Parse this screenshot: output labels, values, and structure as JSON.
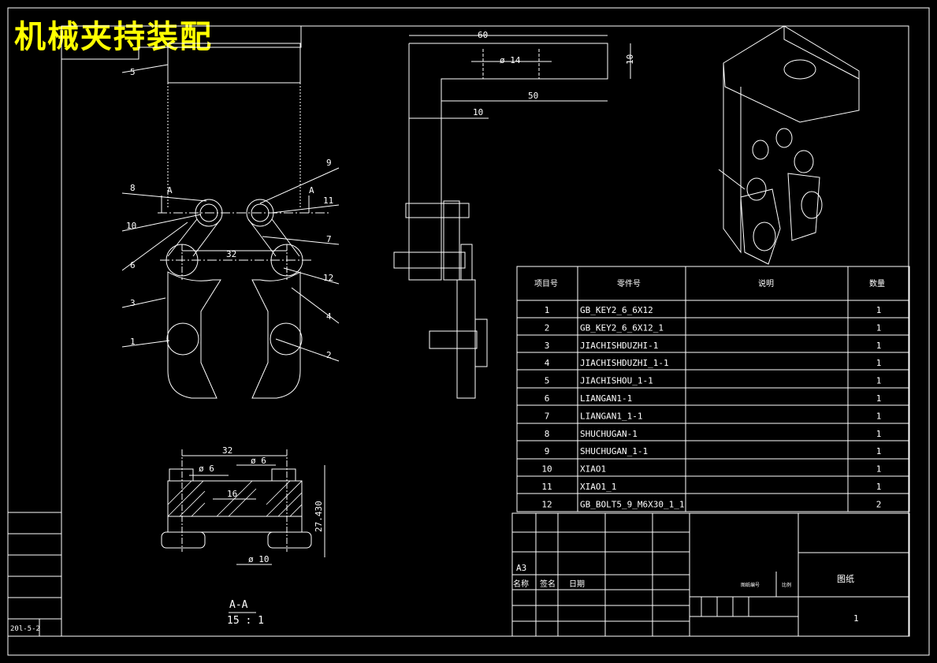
{
  "title": "机械夹持装配",
  "parts_table": {
    "headers": [
      "项目号",
      "零件号",
      "说明",
      "数量"
    ],
    "rows": [
      [
        "1",
        "GB_KEY2_6_6X12",
        "",
        "1"
      ],
      [
        "2",
        "GB_KEY2_6_6X12_1",
        "",
        "1"
      ],
      [
        "3",
        "JIACHISHDUZHI-1",
        "",
        "1"
      ],
      [
        "4",
        "JIACHISHDUZHI_1-1",
        "",
        "1"
      ],
      [
        "5",
        "JIACHISHOU_1-1",
        "",
        "1"
      ],
      [
        "6",
        "LIANGAN1-1",
        "",
        "1"
      ],
      [
        "7",
        "LIANGAN1_1-1",
        "",
        "1"
      ],
      [
        "8",
        "SHUCHUGAN-1",
        "",
        "1"
      ],
      [
        "9",
        "SHUCHUGAN_1-1",
        "",
        "1"
      ],
      [
        "10",
        "XIAO1",
        "",
        "1"
      ],
      [
        "11",
        "XIAO1_1",
        "",
        "1"
      ],
      [
        "12",
        "GB_BOLT5_9_M6X30_1_1",
        "",
        "2"
      ]
    ]
  },
  "title_block": {
    "paper": "A3",
    "name_label": "名称",
    "sign_label": "签名",
    "date_label": "日期",
    "drawing_label": "图纸",
    "sheet": "1",
    "small1": "图纸编号",
    "small2": "比例"
  },
  "revision": "20l-5-2",
  "section": {
    "name": "A-A",
    "scale": "15 : 1"
  },
  "dims": {
    "d60": "60",
    "d10v": "10",
    "d14": "ø 14",
    "d50": "50",
    "d10h": "10",
    "d32": "32",
    "s32": "32",
    "s6a": "ø 6",
    "s6b": "ø 6",
    "s16": "16",
    "s27": "27.430",
    "s10": "ø 10",
    "secA1": "A",
    "secA2": "A"
  },
  "balloons": [
    "1",
    "2",
    "3",
    "4",
    "5",
    "6",
    "7",
    "8",
    "9",
    "10",
    "11",
    "12"
  ]
}
